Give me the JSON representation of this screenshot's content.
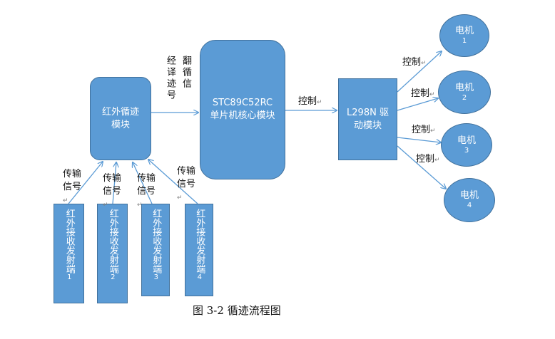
{
  "modules": {
    "ir_tracking": "红外循迹模块",
    "mcu": "STC89C52RC 单片机核心模块",
    "driver": "L298N 驱动模块"
  },
  "motors": [
    {
      "label": "电机",
      "num": "1"
    },
    {
      "label": "电机",
      "num": "2"
    },
    {
      "label": "电机",
      "num": "3"
    },
    {
      "label": "电机",
      "num": "4"
    }
  ],
  "sensors": [
    {
      "label": "红外接收发射端",
      "num": "1"
    },
    {
      "label": "红外接收发射端",
      "num": "2"
    },
    {
      "label": "红外接收发射端",
      "num": "3"
    },
    {
      "label": "红外接收发射端",
      "num": "4"
    }
  ],
  "edge_labels": {
    "transmit_signal": "传输信号",
    "translated_signal_col1": "经译迹号",
    "translated_signal_col2": "翻循信",
    "control": "控制"
  },
  "caption": "图 3-2  循迹流程图",
  "colors": {
    "fill": "#5b9bd5",
    "stroke": "#41719c",
    "arrow": "#5b9bd5"
  }
}
